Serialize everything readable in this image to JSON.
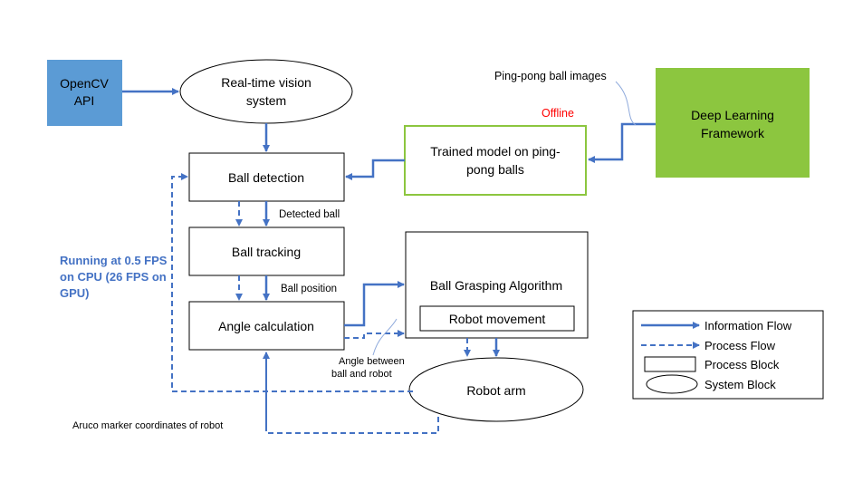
{
  "nodes": {
    "opencv_api": {
      "line1": "OpenCV",
      "line2": "API"
    },
    "realtime_vision": {
      "line1": "Real-time vision",
      "line2": "system"
    },
    "ball_detection": "Ball detection",
    "ball_tracking": "Ball tracking",
    "angle_calculation": "Angle calculation",
    "trained_model": {
      "line1": "Trained model on ping-",
      "line2": "pong balls"
    },
    "deep_learning": {
      "line1": "Deep Learning",
      "line2": "Framework"
    },
    "ball_grasping": "Ball Grasping Algorithm",
    "robot_movement": "Robot movement",
    "robot_arm": "Robot arm"
  },
  "annotations": {
    "ping_pong_images": "Ping-pong ball images",
    "offline": "Offline",
    "detected_ball": "Detected ball",
    "ball_position": "Ball position",
    "angle_between": {
      "line1": "Angle between",
      "line2": "ball and robot"
    },
    "aruco": "Aruco marker coordinates of robot",
    "running": {
      "line1": "Running at 0.5 FPS",
      "line2": "on CPU (26 FPS on",
      "line3": "GPU)"
    }
  },
  "legend": {
    "information_flow": "Information Flow",
    "process_flow": "Process Flow",
    "process_block": "Process Block",
    "system_block": "System Block"
  },
  "colors": {
    "arrow_blue": "#4472c4",
    "opencv_fill": "#5b9bd5",
    "green_fill": "#8cc63f",
    "green_border": "#8cc63f",
    "offline_red": "#ff0000",
    "running_blue": "#4472c4"
  }
}
